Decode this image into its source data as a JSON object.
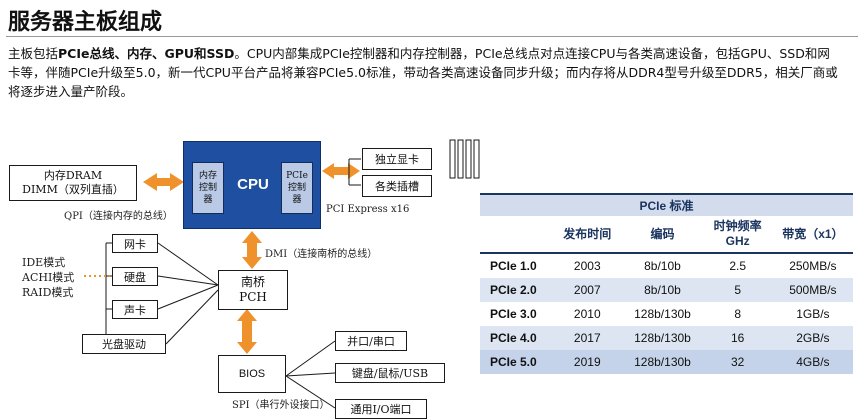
{
  "title": "服务器主板组成",
  "intro": {
    "p1": "主板包括",
    "p2": "PCIe总线、内存、GPU和SSD",
    "p3": "。CPU内部集成PCIe控制器和内存控制器，PCIe总线点对点连接CPU与各类高速设备，包括GPU、SSD和网卡等，伴随PCIe升级至5.0，新一代CPU平台产品将兼容PCIe5.0标准，带动各类高速设备同步升级；而内存将从DDR4型号升级至DDR5，相关厂商或将逐步进入量产阶段。"
  },
  "diagram": {
    "memory_box": "内存DRAM\nDIMM（双列直插）",
    "cpu": "CPU",
    "mem_ctrl": "内存\n控制\n器",
    "pcie_ctrl": "PCIe\n控制\n器",
    "gpu_box": "独立显卡",
    "devices_box": "各类插槽",
    "pcie_label": "PCI Express x16",
    "qpi_label": "QPI（连接内存的总线）",
    "dmi_label": "DMI（连接南桥的总线）",
    "pch_box": "南桥\nPCH",
    "nic_box": "网卡",
    "disk_box": "硬盘",
    "sound_box": "声卡",
    "optical_box": "光盘驱动",
    "disk_modes": "IDE模式\nACHI模式\nRAID模式",
    "bios_box": "BIOS",
    "spi_label": "SPI（串行外设接口）",
    "port_box": "并口/串口",
    "usb_box": "键盘/鼠标/USB",
    "io_box": "通用I/O端口"
  },
  "table": {
    "caption": "PCIe 标准",
    "headers": [
      "",
      "发布时间",
      "编码",
      "时钟频率\nGHz",
      "带宽（x1）"
    ],
    "rows": [
      [
        "PCIe 1.0",
        "2003",
        "8b/10b",
        "2.5",
        "250MB/s"
      ],
      [
        "PCIe 2.0",
        "2007",
        "8b/10b",
        "5",
        "500MB/s"
      ],
      [
        "PCIe 3.0",
        "2010",
        "128b/130b",
        "8",
        "1GB/s"
      ],
      [
        "PCIe 4.0",
        "2017",
        "128b/130b",
        "16",
        "2GB/s"
      ],
      [
        "PCIe 5.0",
        "2019",
        "128b/130b",
        "32",
        "4GB/s"
      ]
    ]
  },
  "colors": {
    "cpu_blue": "#1f4fa0",
    "arrow_orange": "#f0922b",
    "table_header": "#1b3560",
    "row_tint": "#dde5f2"
  }
}
